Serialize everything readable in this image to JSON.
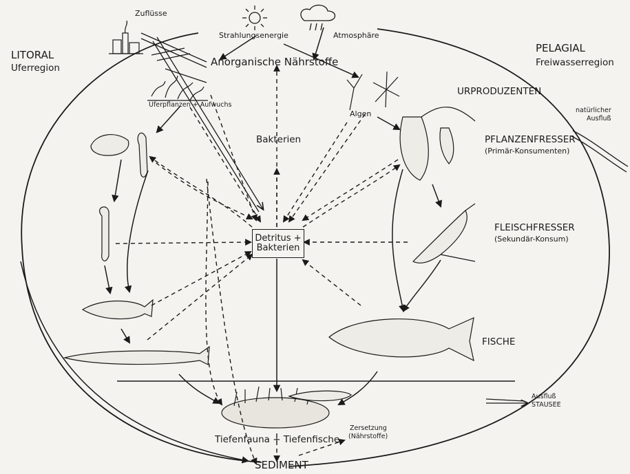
{
  "title": "",
  "regions": {
    "litoral": "LITORAL",
    "litoral_sub": "Uferregion",
    "pelagial": "PELAGIAL",
    "pelagial_sub": "Freiwasserregion"
  },
  "sources": {
    "zufluesse": "Zuflüsse",
    "strahlung": "Strahlungsenergie",
    "atmosphaere": "Atmosphäre",
    "naehrstoffe": "Anorganische Nährstoffe"
  },
  "producers": {
    "uferpflanzen": "Uferpflanzen + Aufwuchs",
    "algen": "Algen",
    "bakterien": "Bakterien"
  },
  "levels": {
    "urproduzenten": "URPRODUZENTEN",
    "pflanzenfresser": "PFLANZENFRESSER",
    "pflanzenfresser_sub": "(Primär-Konsumenten)",
    "fleischfresser": "FLEISCHFRESSER",
    "fleischfresser_sub": "(Sekundär-Konsum)",
    "fische": "FISCHE"
  },
  "outflow": {
    "natuerlich_1": "natürlicher",
    "natuerlich_2": "Ausfluß",
    "stausee_1": "Ausfluß",
    "stausee_2": "STAUSEE"
  },
  "center": {
    "line1": "Detritus +",
    "line2": "Bakterien"
  },
  "bottom": {
    "tiefen": "Tiefenfauna + Tiefenfische",
    "zersetzung_1": "Zersetzung",
    "zersetzung_2": "(Nährstoffe)",
    "sediment": "SEDIMENT"
  },
  "colors": {
    "ink": "#1a1a1a",
    "paper": "#f4f3ef"
  }
}
